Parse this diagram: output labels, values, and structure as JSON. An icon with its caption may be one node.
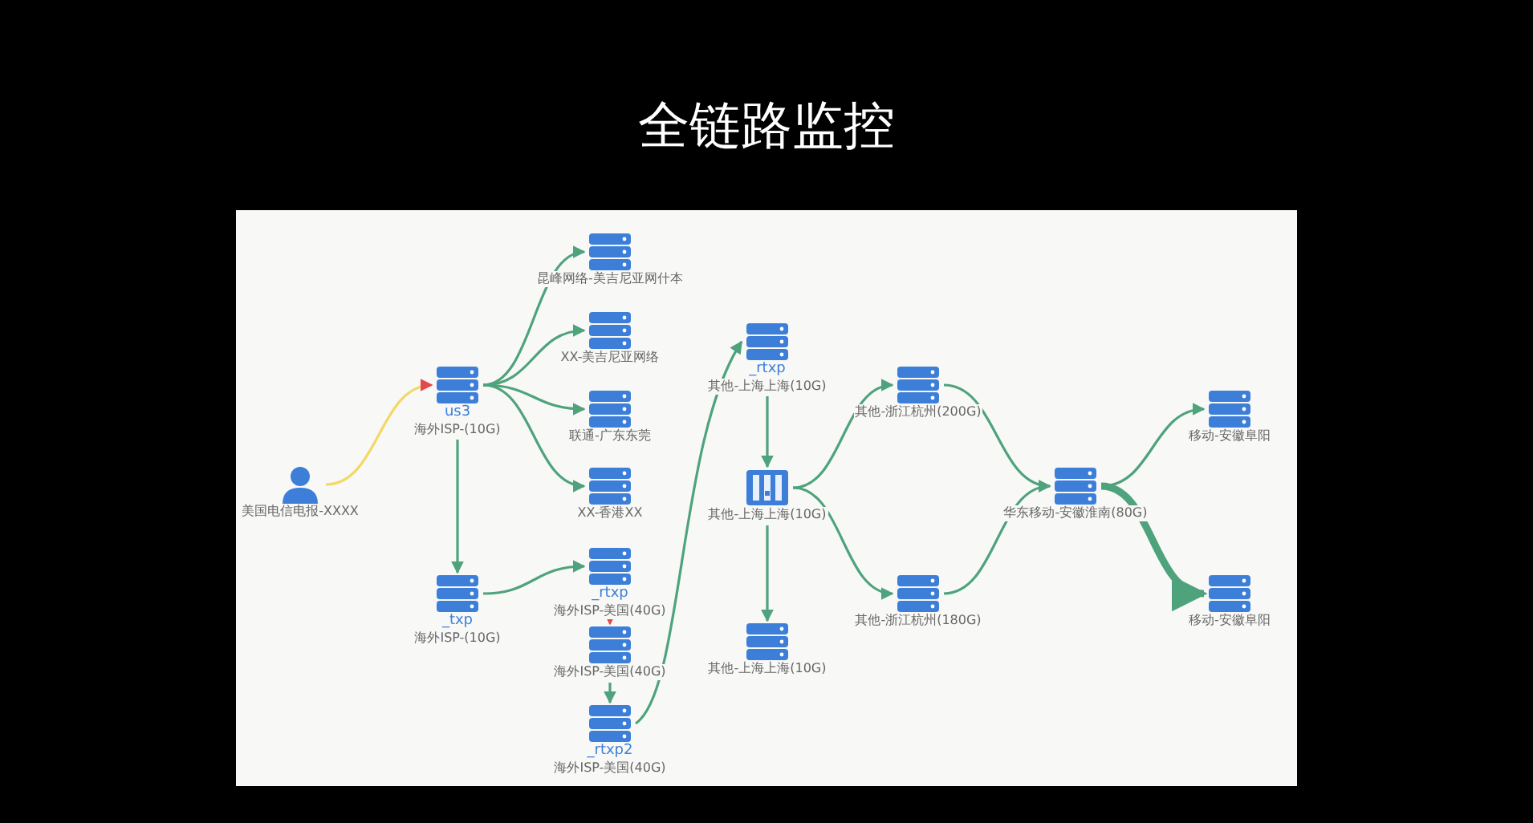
{
  "diagram": {
    "title": "全链路监控",
    "nodes": [
      {
        "text": [
          "美国电信电报-XXXX"
        ]
      },
      {
        "text": [
          "us3",
          "海外ISP-(10G)"
        ]
      },
      {
        "text": [
          "昆峰网络-美吉尼亚网什本"
        ]
      },
      {
        "text": [
          "XX-美吉尼亚网络"
        ]
      },
      {
        "text": [
          "联通-广东东莞"
        ]
      },
      {
        "text": [
          "XX-香港XX"
        ]
      },
      {
        "text": [
          "_txp",
          "海外ISP-(10G)"
        ]
      },
      {
        "text": [
          "_rtxp",
          "海外ISP-美国(40G)"
        ]
      },
      {
        "text": [
          "海外ISP-美国(40G)"
        ]
      },
      {
        "text": [
          "_rtxp2",
          "海外ISP-美国(40G)"
        ]
      },
      {
        "text": [
          "_rtxp",
          "其他-上海上海(10G)"
        ]
      },
      {
        "text": [
          "其他-上海上海(10G)"
        ]
      },
      {
        "text": [
          "其他-上海上海(10G)"
        ]
      },
      {
        "text": [
          "其他-浙江杭州(200G)"
        ]
      },
      {
        "text": [
          "其他-浙江杭州(180G)"
        ]
      },
      {
        "text": [
          "华东移动-安徽淮南(80G)"
        ]
      },
      {
        "text": [
          "移动-安徽阜阳"
        ]
      },
      {
        "text": [
          "移动-安徽阜阳"
        ]
      }
    ],
    "edges": [
      {
        "from": 0,
        "to": 1,
        "arrow": "to",
        "color": "#f2d865"
      },
      {
        "from": 1,
        "to": 2,
        "arrow": "to"
      },
      {
        "from": 1,
        "to": 3,
        "arrow": "to"
      },
      {
        "from": 1,
        "to": 4,
        "arrow": "to"
      },
      {
        "from": 1,
        "to": 5,
        "arrow": "to"
      },
      {
        "from": 1,
        "to": 6,
        "arrow": "to"
      },
      {
        "from": 6,
        "to": 7,
        "arrow": "to"
      },
      {
        "from": 7,
        "to": 8,
        "arrow": "to",
        "color": "#f2d865"
      },
      {
        "from": 8,
        "to": 9,
        "arrow": "to"
      },
      {
        "from": 9,
        "to": 10,
        "arrow": "to"
      },
      {
        "from": 10,
        "to": 11,
        "arrow": "to"
      },
      {
        "from": 11,
        "to": 12,
        "arrow": "to"
      },
      {
        "from": 11,
        "to": 13,
        "arrow": "to"
      },
      {
        "from": 11,
        "to": 14,
        "arrow": "to"
      },
      {
        "from": 13,
        "to": 15,
        "arrow": "to"
      },
      {
        "from": 14,
        "to": 15,
        "arrow": "to"
      },
      {
        "from": 15,
        "to": 16,
        "arrow": "to"
      },
      {
        "from": 15,
        "to": 17,
        "arrow": "to",
        "style": "thick"
      }
    ]
  }
}
